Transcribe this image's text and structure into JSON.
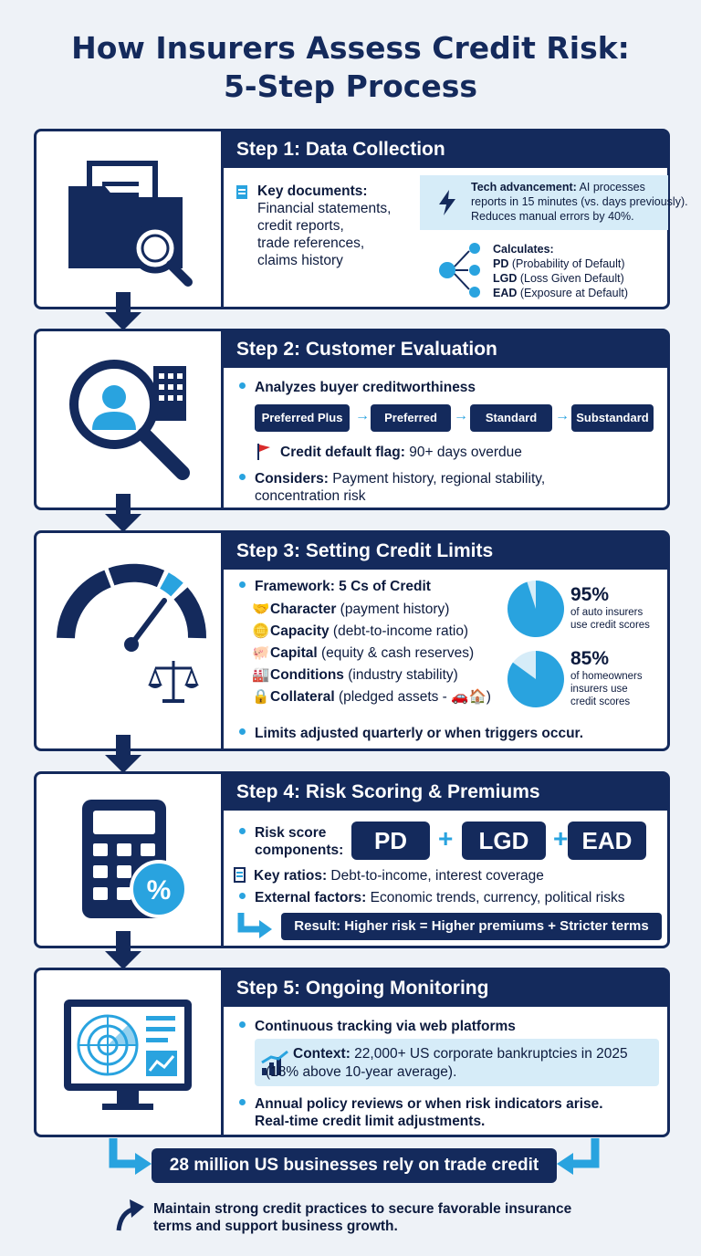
{
  "title_line1": "How Insurers Assess Credit Risk:",
  "title_line2": "5-Step Process",
  "step1": {
    "header": "Step 1: Data Collection",
    "docs_label": "Key documents:",
    "docs_lines": [
      "Financial statements,",
      "credit reports,",
      "trade references,",
      "claims history"
    ],
    "tech_label": "Tech advancement:",
    "tech_text1": " AI processes",
    "tech_text2": "reports in 15 minutes (vs. days previously).",
    "tech_text3": "Reduces manual errors by 40%.",
    "calc_label": "Calculates:",
    "pd": "PD",
    "pd_text": " (Probability of Default)",
    "lgd": "LGD",
    "lgd_text": " (Loss Given Default)",
    "ead": "EAD",
    "ead_text": " (Exposure at Default)"
  },
  "step2": {
    "header": "Step 2: Customer Evaluation",
    "analyzes": "Analyzes buyer creditworthiness",
    "tiers": [
      "Preferred Plus",
      "Preferred",
      "Standard",
      "Substandard"
    ],
    "flag_label": "Credit default flag:",
    "flag_text": " 90+ days overdue",
    "considers_label": "Considers:",
    "considers_text1": " Payment history, regional stability,",
    "considers_text2": "concentration risk"
  },
  "step3": {
    "header": "Step 3: Setting Credit Limits",
    "framework": "Framework: 5 Cs of Credit",
    "cs": [
      {
        "label": "Character",
        "text": " (payment history)"
      },
      {
        "label": "Capacity",
        "text": " (debt-to-income ratio)"
      },
      {
        "label": "Capital",
        "text": " (equity & cash reserves)"
      },
      {
        "label": "Conditions",
        "text": " (industry stability)"
      },
      {
        "label": "Collateral",
        "text": " (pledged assets - 🚗🏠)"
      }
    ],
    "stat1_value": "95%",
    "stat1_pct": 95,
    "stat1_l1": "of auto insurers",
    "stat1_l2": "use credit scores",
    "stat2_value": "85%",
    "stat2_pct": 85,
    "stat2_l1": "of homeowners",
    "stat2_l2": "insurers use",
    "stat2_l3": "credit scores",
    "limits": "Limits adjusted quarterly or when triggers occur."
  },
  "step4": {
    "header": "Step 4: Risk Scoring & Premiums",
    "risk_l1": "Risk score",
    "risk_l2": "components:",
    "pd": "PD",
    "lgd": "LGD",
    "ead": "EAD",
    "ratios_label": "Key ratios:",
    "ratios_text": " Debt-to-income, interest coverage",
    "external_label": "External factors:",
    "external_text": " Economic trends, currency, political risks",
    "result": "Result: Higher risk = Higher premiums + Stricter terms"
  },
  "step5": {
    "header": "Step 5: Ongoing Monitoring",
    "continuous": "Continuous tracking via web platforms",
    "context_label": "Context:",
    "context_text1": " 22,000+ US corporate bankruptcies in 2025",
    "context_text2": "(18% above 10-year average).",
    "annual1": "Annual policy reviews or when risk indicators arise.",
    "annual2": "Real-time credit limit adjustments."
  },
  "banner": "28 million US businesses rely on trade credit",
  "footer1": "Maintain strong credit practices to secure favorable insurance",
  "footer2": "terms and support business growth.",
  "colors": {
    "navy": "#142a5c",
    "accent": "#29a3df",
    "light": "#d6ecf8"
  }
}
